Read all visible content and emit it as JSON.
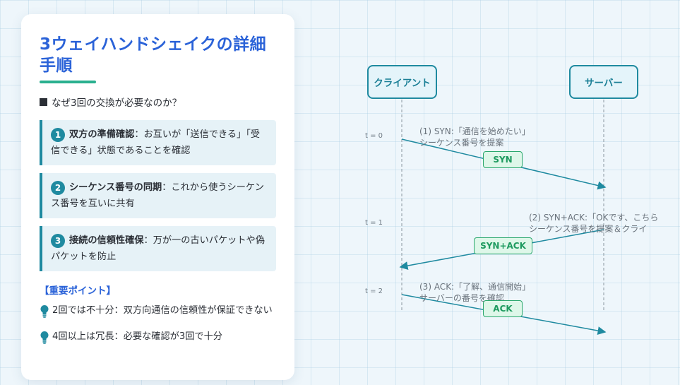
{
  "panel": {
    "title": "3ウェイハンドシェイクの詳細手順",
    "question": "なぜ3回の交換が必要なのか？",
    "reasons": [
      {
        "num": "1",
        "heading": "双方の準備確認",
        "sep": "：",
        "text": "お互いが「送信できる」「受信できる」状態であることを確認"
      },
      {
        "num": "2",
        "heading": "シーケンス番号の同期",
        "sep": "：",
        "text": "これから使うシーケンス番号を互いに共有"
      },
      {
        "num": "3",
        "heading": "接続の信頼性確保",
        "sep": "：",
        "text": "万が一の古いパケットや偽パケットを防止"
      }
    ],
    "important_title": "【重要ポイント】",
    "tips": [
      {
        "text": "2回では不十分：双方向通信の信頼性が保証できない"
      },
      {
        "text": "4回以上は冗長：必要な確認が3回で十分"
      }
    ]
  },
  "diagram": {
    "client": "クライアント",
    "server": "サーバー",
    "times": [
      "t = 0",
      "t = 1",
      "t = 2"
    ],
    "messages": [
      {
        "label": "SYN",
        "line1": "(1) SYN:「通信を始めたい」",
        "line2": "シーケンス番号を提案"
      },
      {
        "label": "SYN+ACK",
        "line1": "(2) SYN+ACK:「OKです、こちら",
        "line2": "シーケンス番号を提案＆クライ"
      },
      {
        "label": "ACK",
        "line1": "(3) ACK:「了解、通信開始」",
        "line2": "サーバーの番号を確認"
      }
    ],
    "colors": {
      "accent": "#1f8aa0",
      "msg_green": "#2aa86d",
      "title_blue": "#2a62d8"
    }
  }
}
